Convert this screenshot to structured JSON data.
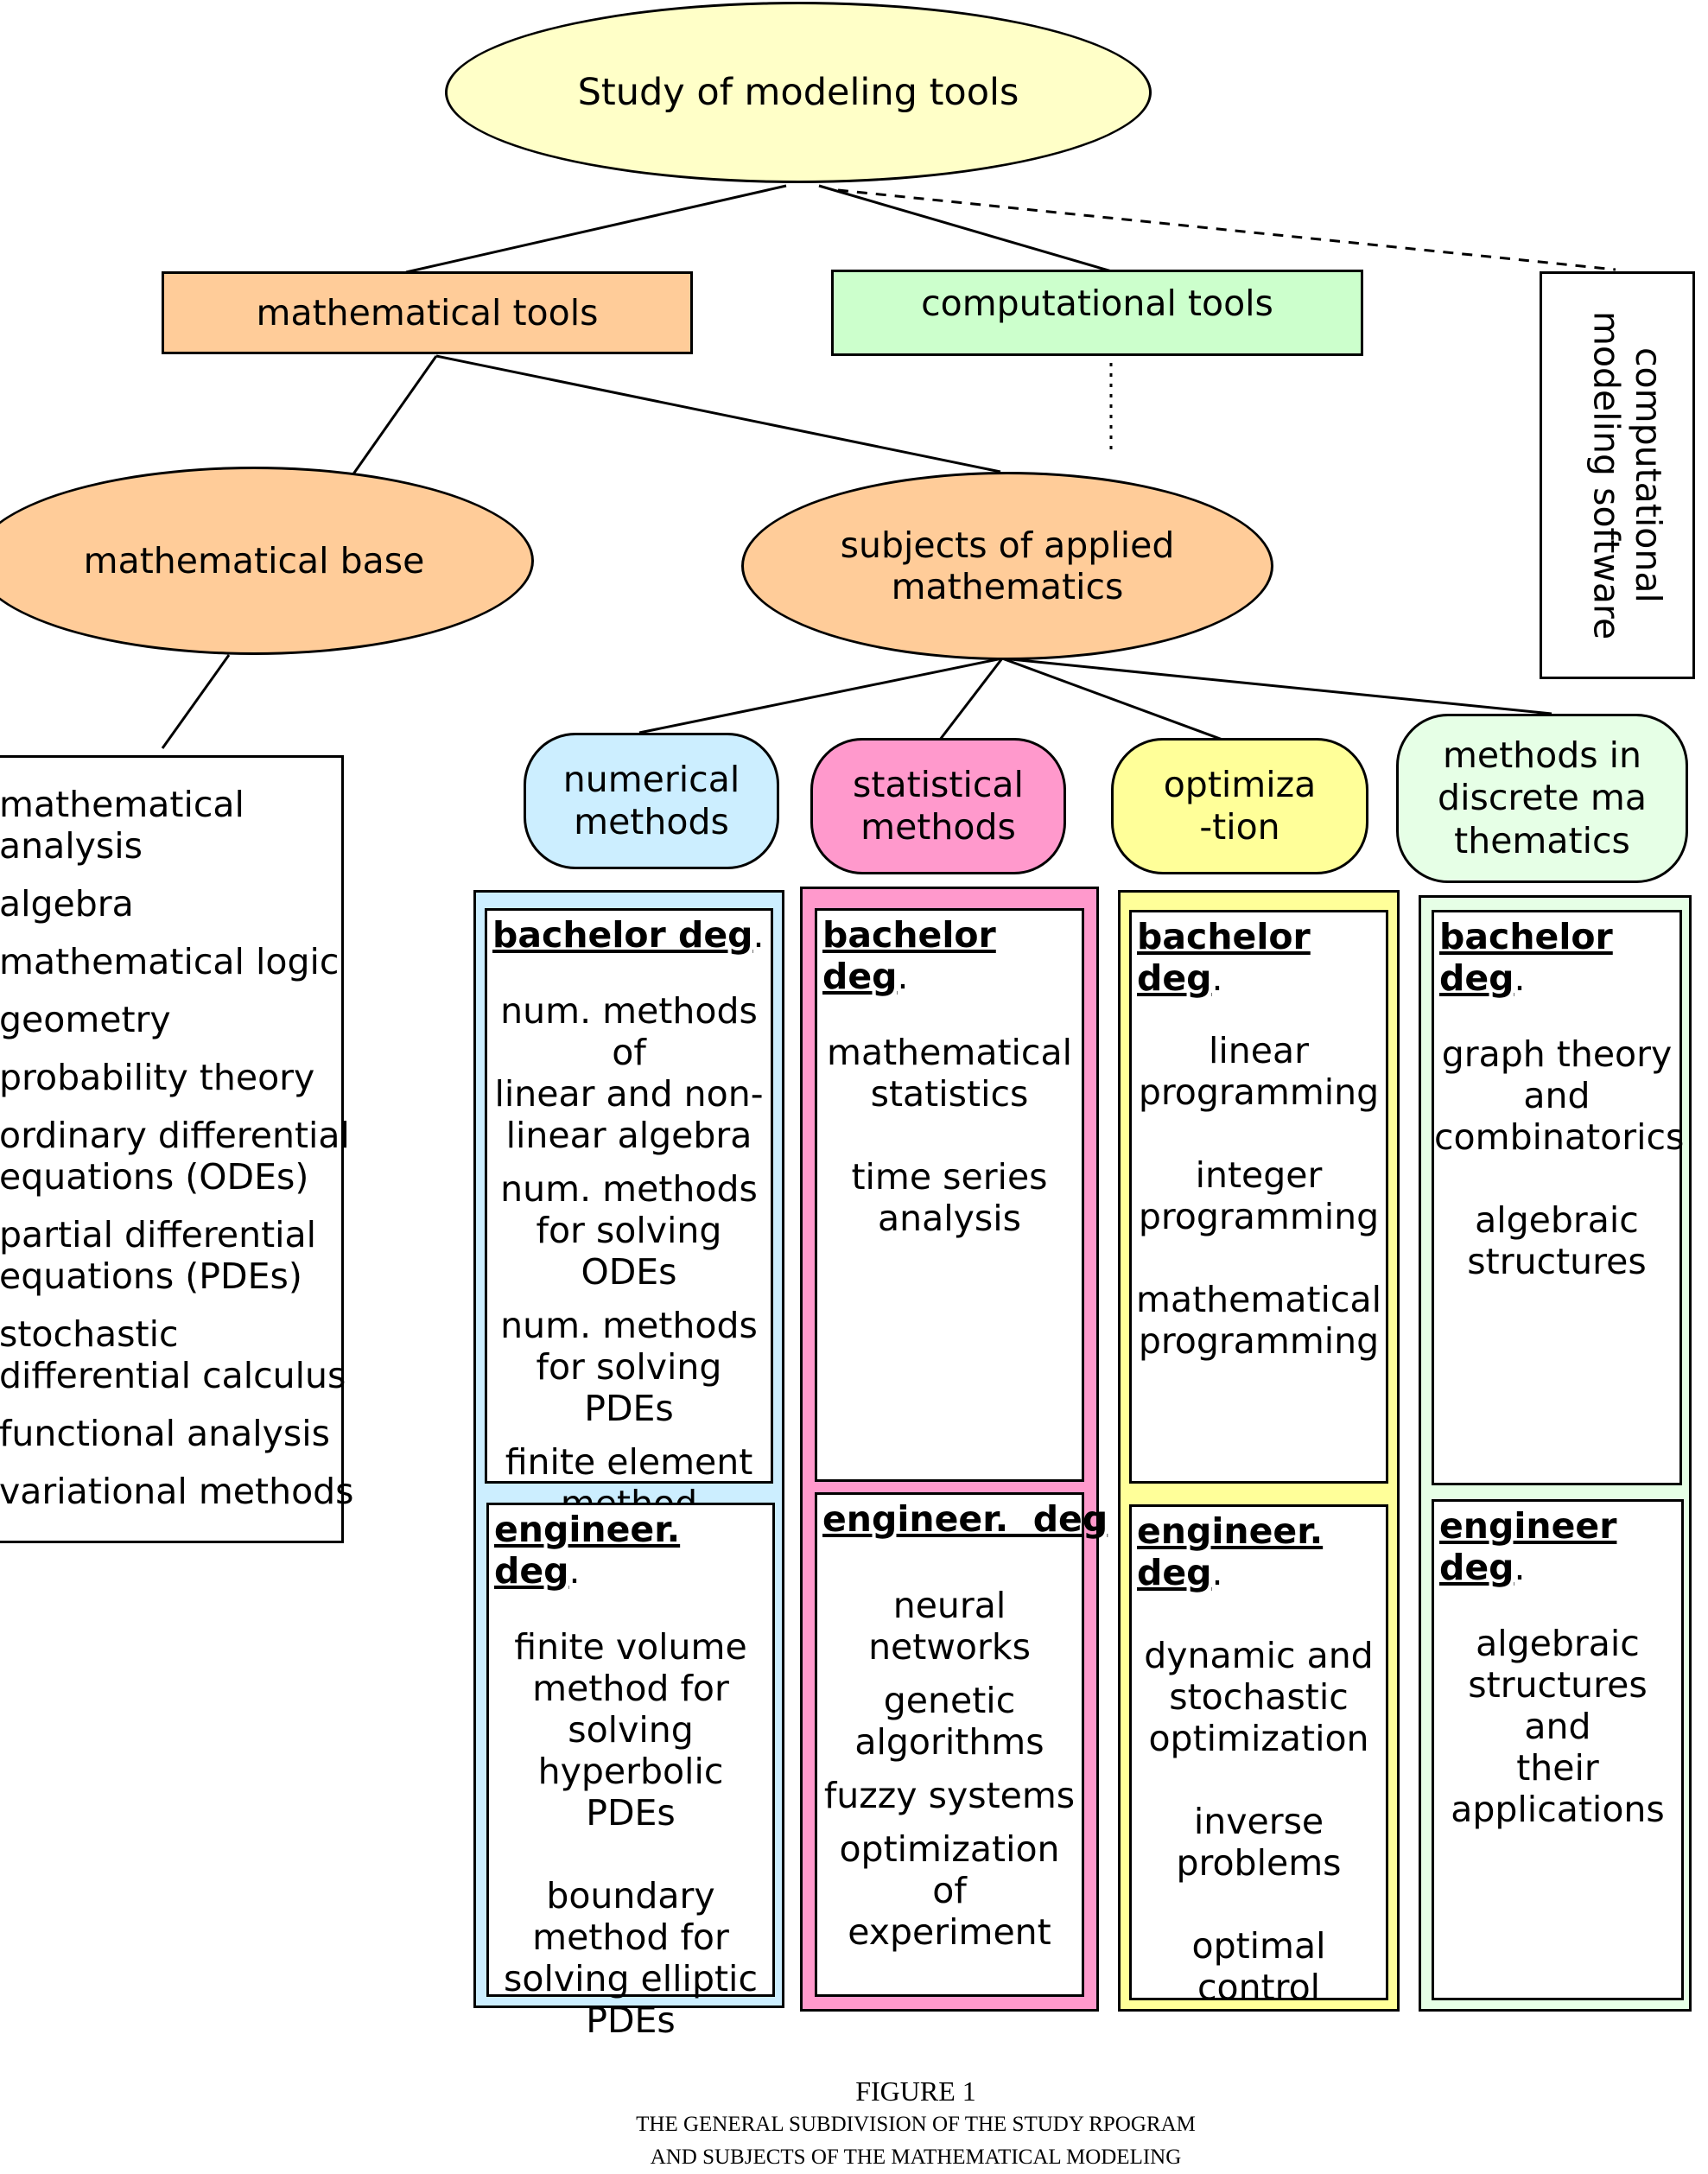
{
  "root": {
    "label": "Study of modeling tools"
  },
  "level1": {
    "math_tools": "mathematical tools",
    "comp_tools": "computational tools",
    "comp_software": "computational modeling software"
  },
  "level2": {
    "math_base": "mathematical base",
    "applied_line1": "subjects of applied",
    "applied_line2": "mathematics"
  },
  "math_base_list": [
    [
      "mathematical",
      "analysis"
    ],
    [
      "algebra"
    ],
    [
      "mathematical logic"
    ],
    [
      "geometry"
    ],
    [
      "probability theory"
    ],
    [
      "ordinary differential",
      "equations (ODEs)"
    ],
    [
      "partial  differential",
      "equations (PDEs)"
    ],
    [
      "stochastic",
      "differential calculus"
    ],
    [
      "functional analysis"
    ],
    [
      "variational methods"
    ]
  ],
  "categories": {
    "numerical": [
      "numerical",
      "methods"
    ],
    "statistical": [
      "statistical",
      "methods"
    ],
    "optimization": [
      "optimiza",
      "-tion"
    ],
    "discrete": [
      "methods in",
      "discrete ma",
      "thematics"
    ]
  },
  "panels": {
    "numerical": {
      "bachelor_label": "bachelor deg",
      "bachelor_items": [
        "num. methods of",
        "linear and non-",
        "linear algebra",
        "num. methods",
        "for solving ODEs",
        "num. methods",
        "for solving PDEs",
        "finite element",
        "method"
      ],
      "engineer_label": "engineer. deg",
      "engineer_items": [
        "finite volume",
        "method for",
        "solving",
        "hyperbolic PDEs",
        "boundary",
        "method for",
        "solving elliptic",
        "PDEs"
      ]
    },
    "statistical": {
      "bachelor_label": "bachelor deg",
      "bachelor_items": [
        "mathematical",
        "statistics",
        "time series",
        "analysis"
      ],
      "engineer_label": "engineer.  deg",
      "engineer_items": [
        "neural networks",
        "genetic",
        "algorithms",
        "fuzzy systems",
        "optimization of",
        "experiment"
      ]
    },
    "optimization": {
      "bachelor_label": "bachelor deg",
      "bachelor_items": [
        "linear",
        "programming",
        "integer",
        "programming",
        "mathematical",
        "programming"
      ],
      "engineer_label": "engineer. deg",
      "engineer_items": [
        "dynamic and",
        "stochastic",
        "optimization",
        "inverse",
        "problems",
        "optimal control"
      ]
    },
    "discrete": {
      "bachelor_label": "bachelor deg",
      "bachelor_items": [
        "graph theory",
        "and",
        "combinatorics",
        "algebraic",
        "structures"
      ],
      "engineer_label": "engineer deg",
      "engineer_items": [
        "algebraic",
        "structures and",
        "their",
        "applications"
      ]
    }
  },
  "caption": {
    "figure": "FIGURE 1",
    "line1": "THE GENERAL SUBDIVISION OF THE  STUDY RPOGRAM",
    "line2": "AND SUBJECTS OF THE MATHEMATICAL MODELING"
  },
  "colors": {
    "root_fill": "#ffffc8",
    "math_fill": "#ffcc99",
    "comp_fill": "#ccffcc",
    "numerical_fill": "#cceeff",
    "statistical_fill": "#ff99cc",
    "optimization_fill": "#ffff99",
    "discrete_fill": "#e6ffe6"
  }
}
